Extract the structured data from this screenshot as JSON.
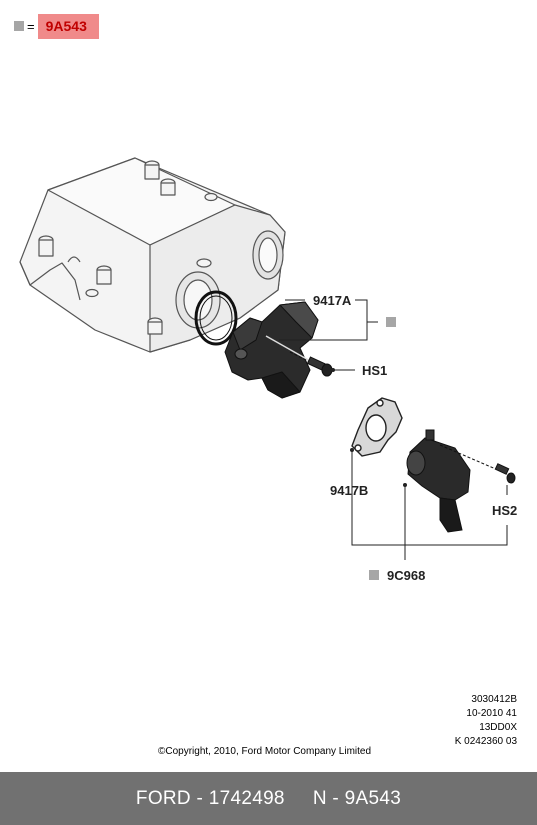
{
  "legend": {
    "equals": "=",
    "part_code": "9A543"
  },
  "callouts": {
    "p9417A": "9417A",
    "hs1": "HS1",
    "p9417B": "9417B",
    "hs2": "HS2",
    "p9C968": "9C968"
  },
  "reference": {
    "line1": "3030412B",
    "line2": "10-2010 41",
    "line3": "13DD0X",
    "line4": "K 0242360 03"
  },
  "copyright": "©Copyright, 2010, Ford Motor Company Limited",
  "footer": {
    "brand_code": "FORD - 1742498",
    "n_code": "N - 9A543"
  }
}
